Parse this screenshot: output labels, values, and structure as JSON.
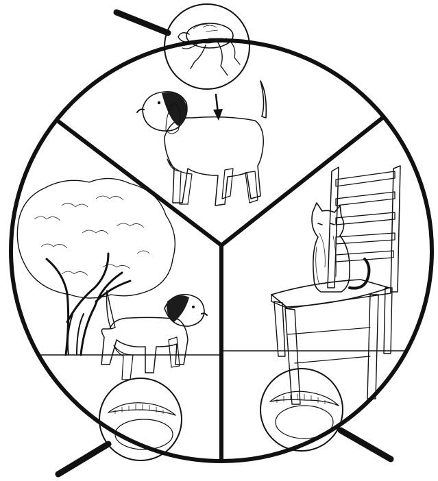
{
  "title": "",
  "panels": [
    {
      "id": "adult-stage",
      "subject": "adult-flea",
      "host": "dog",
      "arrow": "flea-to-dog"
    },
    {
      "id": "outdoor-stage",
      "subject": "larva-and-eggs",
      "setting": "tree-and-dog"
    },
    {
      "id": "indoor-stage",
      "subject": "larva-and-eggs",
      "setting": "chair-and-cat"
    }
  ],
  "icons": {
    "flea": "flea-icon",
    "dog": "beagle-icon",
    "tree": "tree-icon",
    "cat": "cat-icon",
    "chair": "chair-icon",
    "larva": "larva-icon",
    "eggs": "egg-cluster-icon",
    "arrow": "down-arrow-icon"
  },
  "colors": {
    "ink": "#111111",
    "background": "#ffffff",
    "dog_dark": "#1c1c1c",
    "eggs": "#555555"
  }
}
